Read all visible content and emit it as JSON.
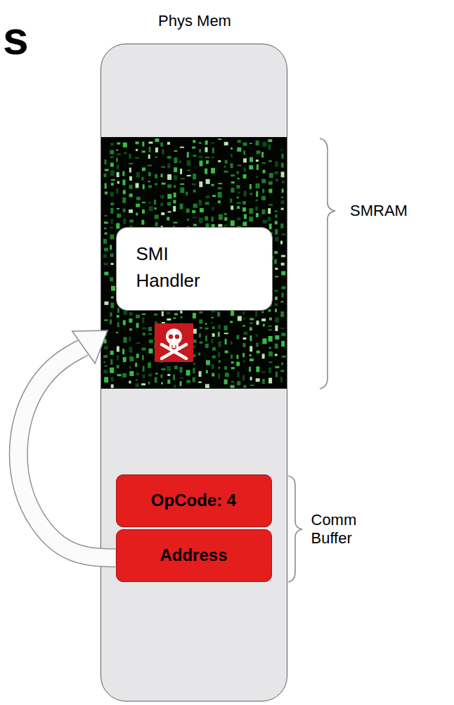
{
  "diagram": {
    "title": "s",
    "nodes": [
      {
        "text": [
          "Phys Mem"
        ]
      },
      {
        "text": [
          "SMRAM"
        ],
        "in": 0
      },
      {
        "text": [
          "SMI Handler"
        ],
        "in": 1
      },
      {
        "text": [
          "Comm Buffer"
        ],
        "in": 0
      },
      {
        "text": [
          "OpCode: 4"
        ],
        "in": 3
      },
      {
        "text": [
          "Address"
        ],
        "in": 3
      }
    ],
    "edges": [
      {
        "from": 5,
        "to": 1,
        "arrow": "to"
      }
    ]
  }
}
